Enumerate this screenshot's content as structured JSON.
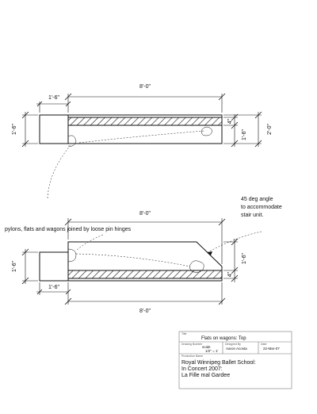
{
  "dimensions": {
    "top_width": "8'-0\"",
    "top_left_small": "1'-6\"",
    "top_left_height": "1'-6\"",
    "top_right_thin": "4\"",
    "top_right_inner": "1'-6\"",
    "top_right_total": "2'-0\"",
    "bottom_width_top": "8'-0\"",
    "bottom_left_height": "1'-6\"",
    "bottom_left_small": "1'-6\"",
    "bottom_right_inner": "1'-6\"",
    "bottom_right_thin": "4\"",
    "bottom_width_bottom": "8'-0\""
  },
  "notes": {
    "hinges": "pylons, flats and wagons joined by loose pin hinges",
    "angle_line1": "45 deg angle",
    "angle_line2": "to accommodate",
    "angle_line3": "stair unit."
  },
  "title_block": {
    "title_label": "Title",
    "title_value": "Flats on wagons: Top",
    "drawing_number_label": "Drawing Number",
    "scale_label": "scale",
    "scale_value": "1/2\" = 1'",
    "designed_by_label": "Designed By",
    "designed_by_value": "Aaron Acosta",
    "date_label": "Date",
    "date_value": "22-Mar-07",
    "production_label": "Production Name",
    "school_line1": "Royal Winnipeg Ballet School:",
    "school_line2": "In Concert 2007:",
    "school_line3": "La Fille mal Gardee"
  }
}
